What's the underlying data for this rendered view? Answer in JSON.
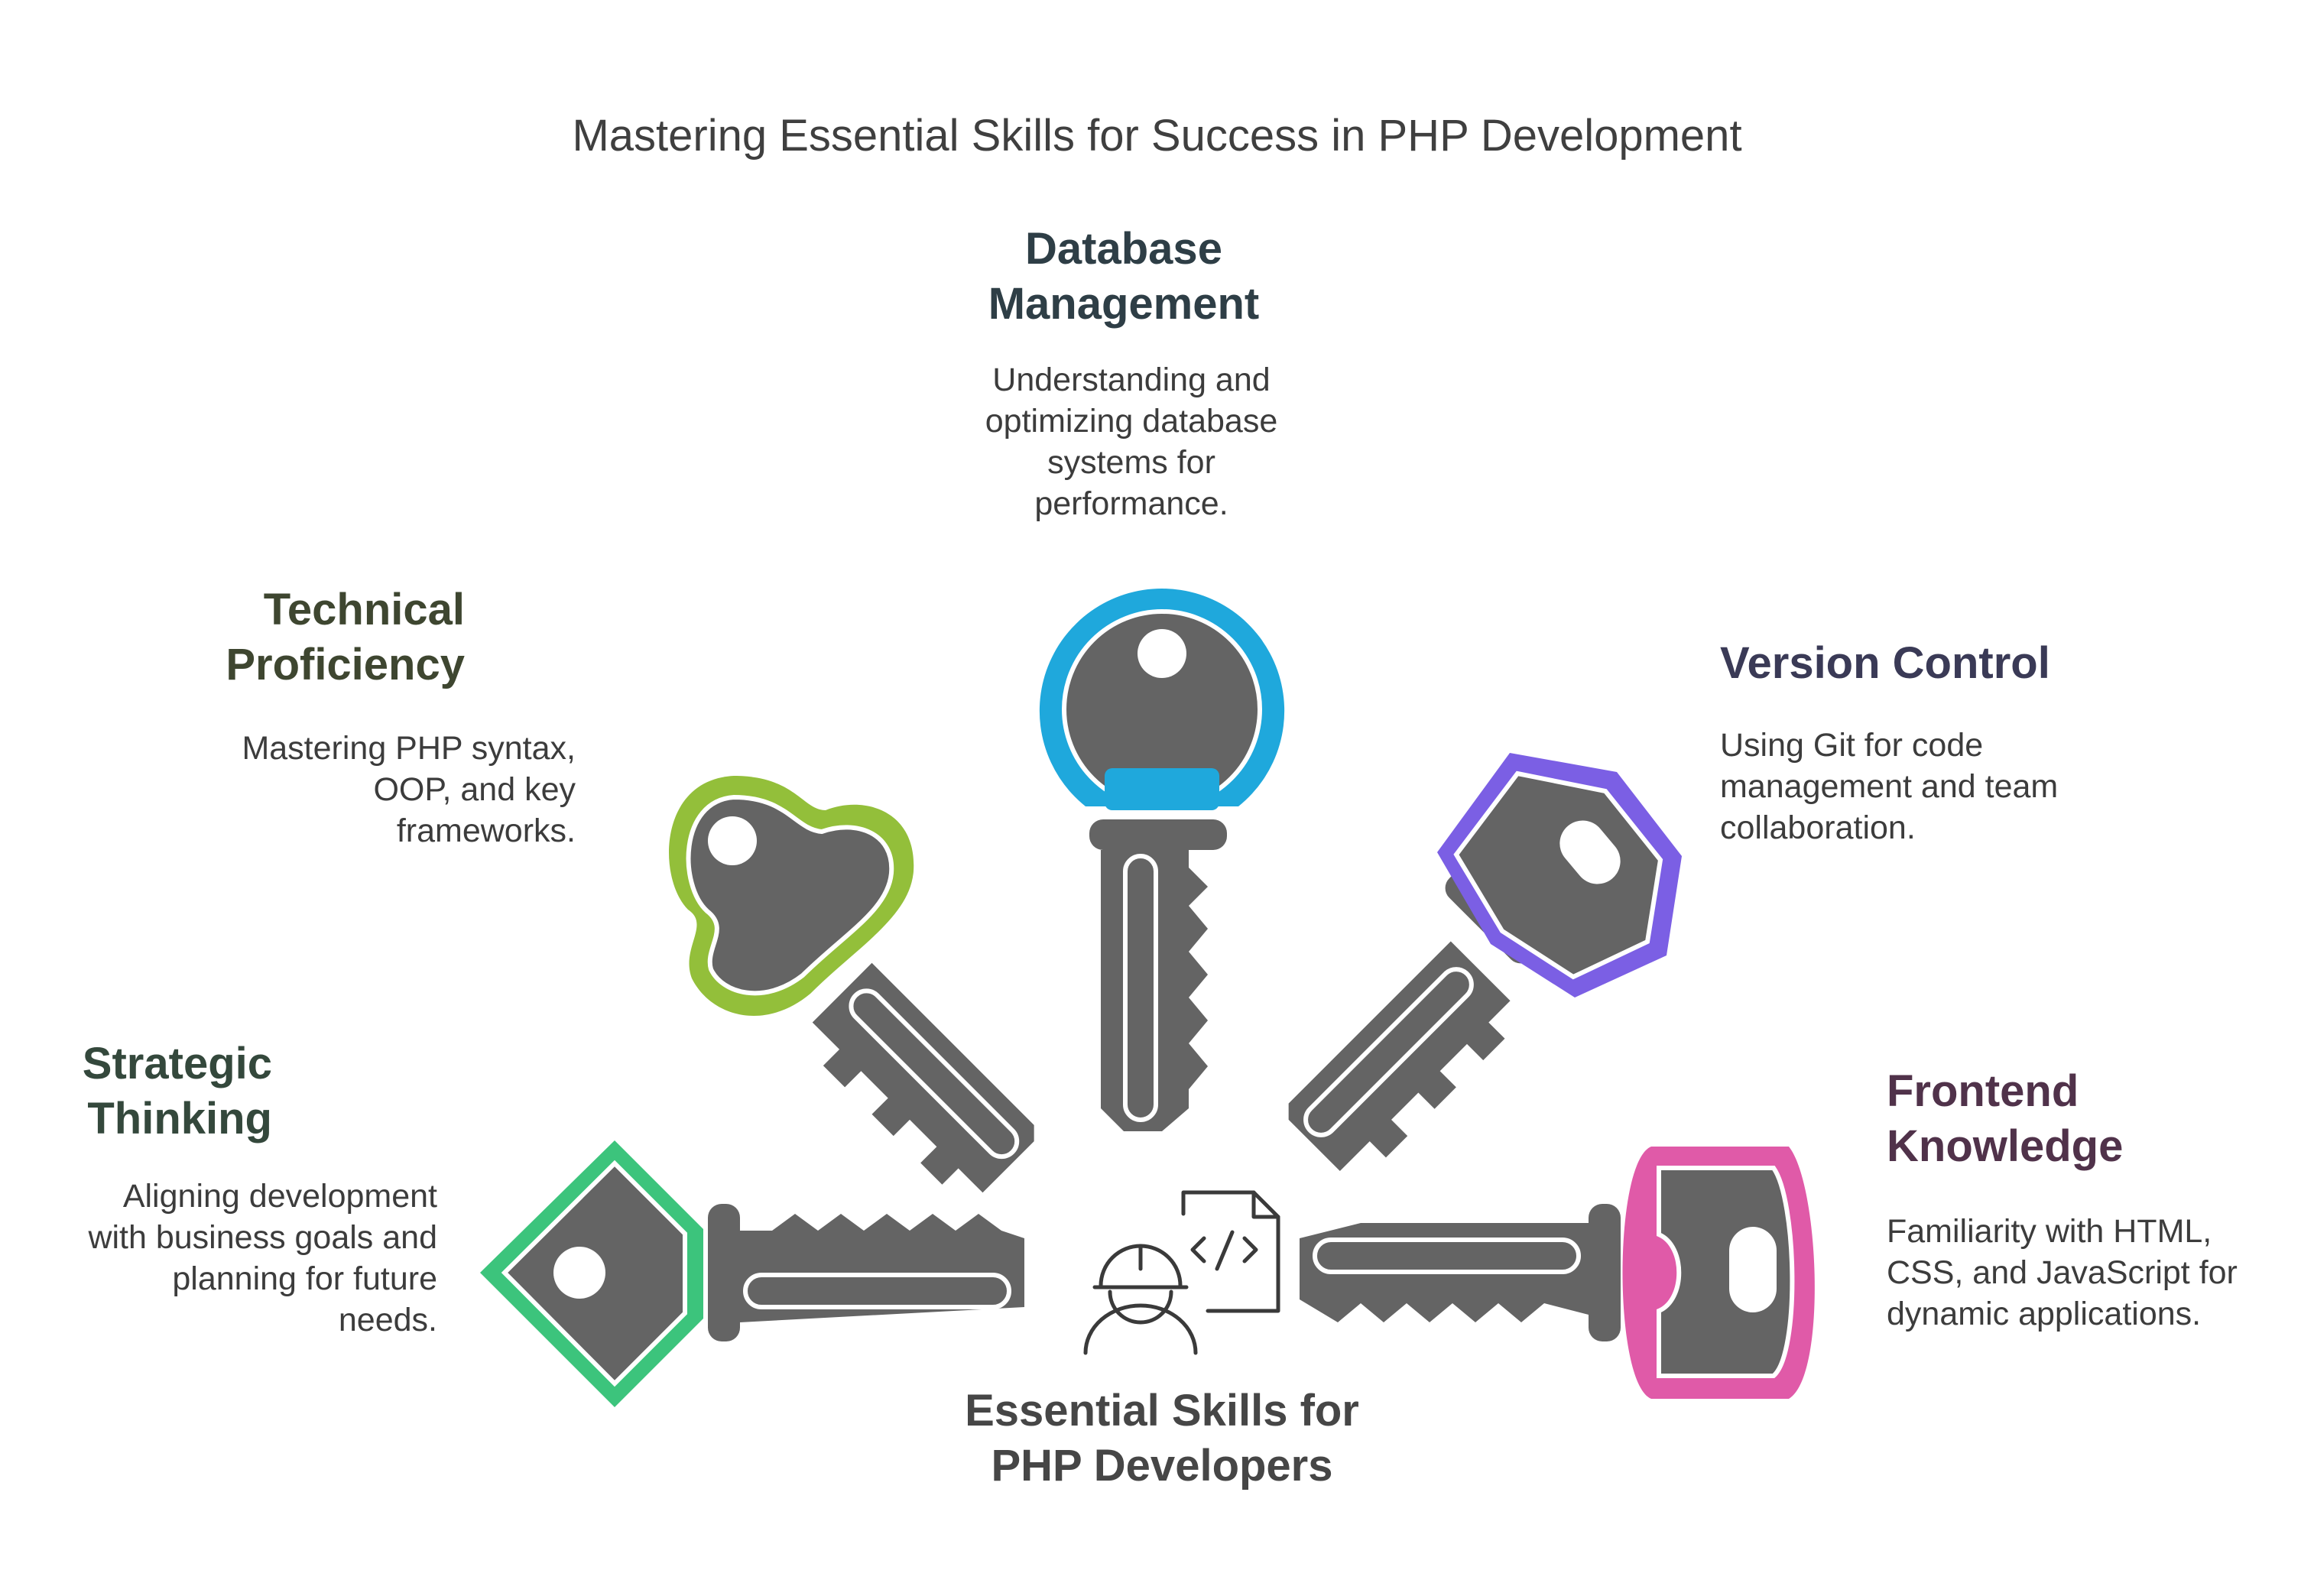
{
  "title": "Mastering Essential Skills for Success in PHP Development",
  "center_label": [
    "Essential Skills for",
    "PHP Developers"
  ],
  "skills": [
    {
      "id": "strategic-thinking",
      "heading": [
        "Strategic",
        "Thinking"
      ],
      "description": [
        "Aligning development",
        "with business goals and",
        "planning for future",
        "needs."
      ],
      "color": "#3cc47c"
    },
    {
      "id": "technical-proficiency",
      "heading": [
        "Technical",
        "Proficiency"
      ],
      "description": [
        "Mastering PHP syntax,",
        "OOP, and key",
        "frameworks."
      ],
      "color": "#93bf3a"
    },
    {
      "id": "database-management",
      "heading": [
        "Database",
        "Management"
      ],
      "description": [
        "Understanding and",
        "optimizing database",
        "systems for",
        "performance."
      ],
      "color": "#1fa8dc"
    },
    {
      "id": "version-control",
      "heading": [
        "Version Control"
      ],
      "description": [
        "Using Git for code",
        "management and team",
        "collaboration."
      ],
      "color": "#7b5fe4"
    },
    {
      "id": "frontend-knowledge",
      "heading": [
        "Frontend",
        "Knowledge"
      ],
      "description": [
        "Familiarity with HTML,",
        "CSS, and JavaScript for",
        "dynamic applications."
      ],
      "color": "#e05aa8"
    }
  ],
  "colors": {
    "key_body": "#646464",
    "title_text": "#3f3f3f",
    "heading_strategic": "#34483c",
    "heading_technical": "#3e4630",
    "heading_database": "#2e3e46",
    "heading_version": "#3a3a56",
    "heading_frontend": "#50324a"
  },
  "icons": {
    "center": "developer-with-code-icon"
  }
}
